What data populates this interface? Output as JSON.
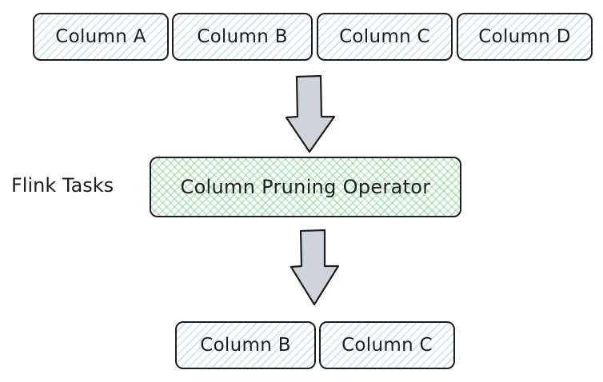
{
  "input_columns": [
    "Column A",
    "Column B",
    "Column C",
    "Column D"
  ],
  "operator": {
    "side_label": "Flink Tasks",
    "label": "Column Pruning Operator"
  },
  "output_columns": [
    "Column B",
    "Column C"
  ],
  "colors": {
    "stroke": "#1e1e1e",
    "column_fill": "#a5d8ff",
    "operator_fill": "#b2f2bb",
    "arrow_fill": "#ced4da"
  }
}
